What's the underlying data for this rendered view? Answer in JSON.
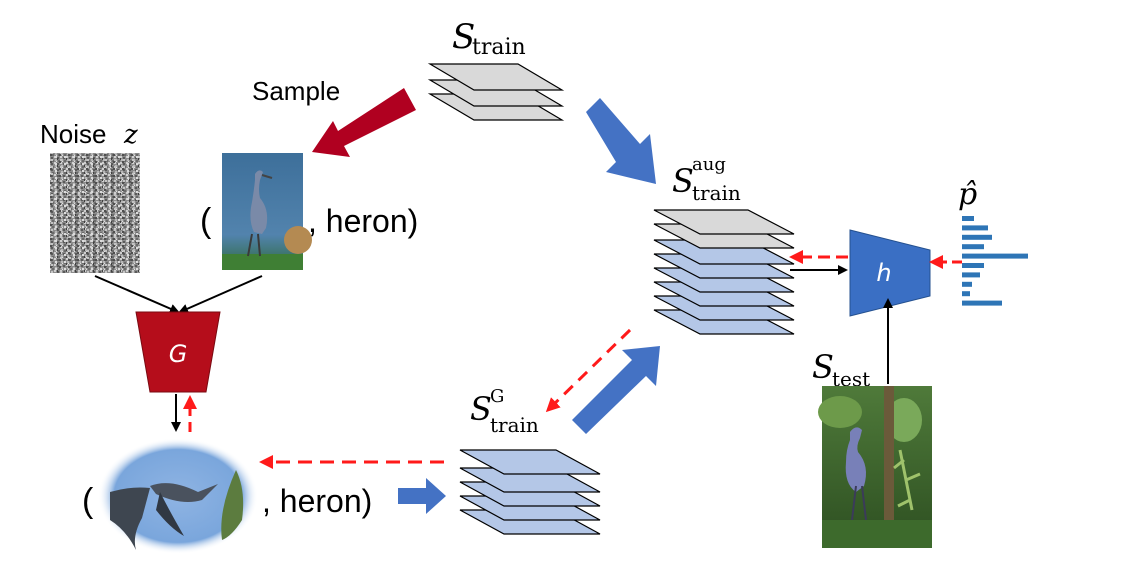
{
  "labels": {
    "sample": "Sample",
    "noise": "Noise",
    "noise_var": "z",
    "open_paren": "(",
    "heron_suffix": ", heron)",
    "generator": "G",
    "classifier": "h",
    "p_hat": "p̂"
  },
  "sets": {
    "train": {
      "symbol": "S",
      "sub": "train",
      "sup": ""
    },
    "train_aug": {
      "symbol": "S",
      "sub": "train",
      "sup": "aug"
    },
    "train_g": {
      "symbol": "S",
      "sub": "train",
      "sup": "G"
    },
    "test": {
      "symbol": "S",
      "sub": "test",
      "sup": ""
    }
  },
  "histogram": [
    12,
    26,
    30,
    22,
    66,
    22,
    18,
    10,
    8,
    40
  ],
  "colors": {
    "sample_arrow": "#b00020",
    "flow_arrow": "#4472c4",
    "feedback": "#ff1a1a",
    "generator": "#b50d1b",
    "classifier": "#3a6fc4",
    "gray_layer": "#d9d9d9",
    "blue_layer": "#b4c7e7",
    "hist_bar": "#2e75b6"
  }
}
